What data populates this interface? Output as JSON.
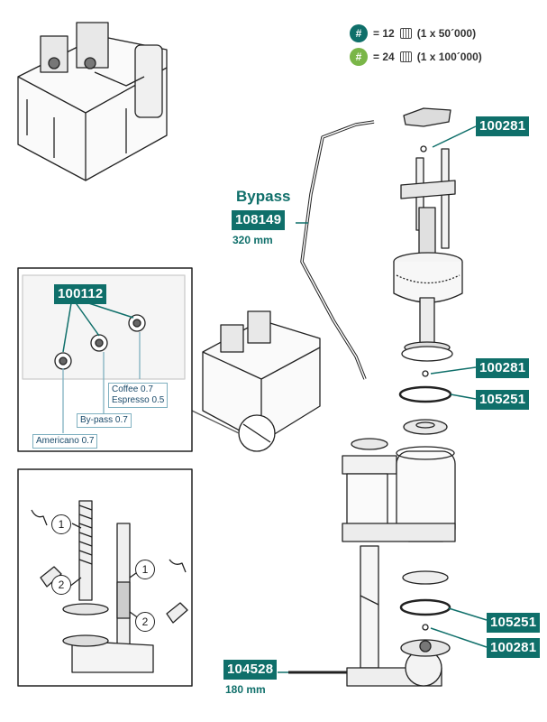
{
  "legend": [
    {
      "badge": "#",
      "color": "#0f6f6a",
      "text": "= 12",
      "icon": "calendar-icon",
      "interval": "(1 x 50´000)"
    },
    {
      "badge": "#",
      "color": "#7ab648",
      "text": "= 24",
      "icon": "calendar-icon",
      "interval": "(1 x 100´000)"
    }
  ],
  "bypass": {
    "title": "Bypass",
    "part": "108149",
    "length": "320 mm"
  },
  "parts_right": {
    "top_oring": "100281",
    "mid_oring": "100281",
    "seal_upper": "105251",
    "seal_lower": "105251",
    "bottom_oring": "100281"
  },
  "rod": {
    "part": "104528",
    "length": "180 mm"
  },
  "nozzles": {
    "part": "100112",
    "coffee": "Coffee 0.7",
    "espresso": "Espresso 0.5",
    "bypass": "By-pass 0.7",
    "americano": "Americano 0.7"
  },
  "steps": {
    "step1": "1",
    "step2": "2",
    "step1b": "1",
    "step2b": "2"
  },
  "colors": {
    "accent": "#0f6f6a",
    "secondary": "#7ab648"
  }
}
